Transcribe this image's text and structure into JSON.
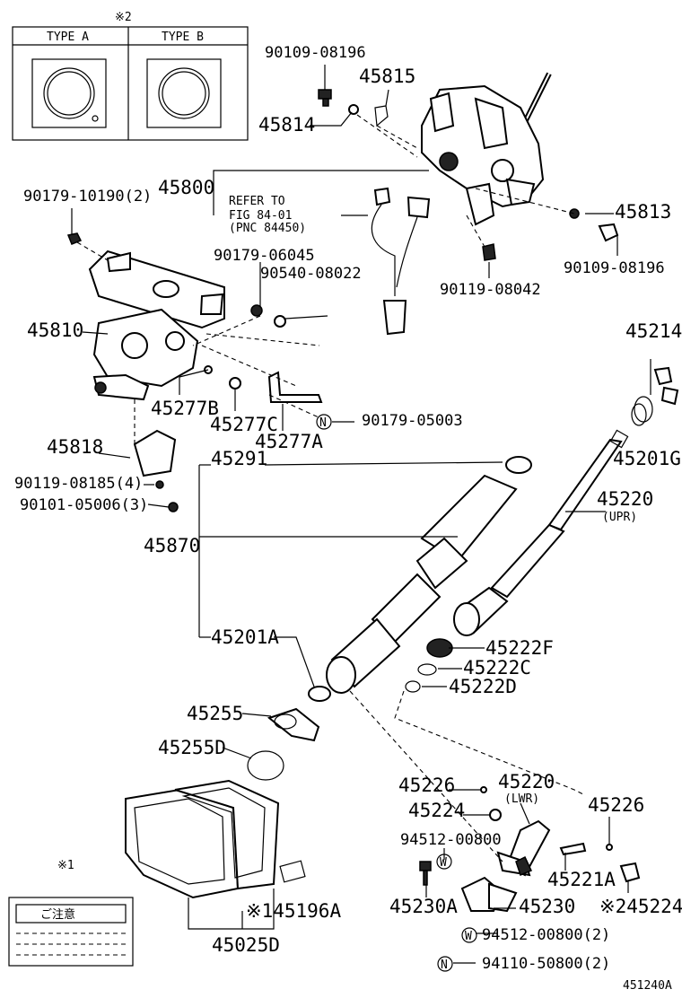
{
  "inset": {
    "mark": "※2",
    "type_a": "TYPE A",
    "type_b": "TYPE B"
  },
  "labels": {
    "p90109_08196_top": "90109-08196",
    "p45815": "45815",
    "p45814": "45814",
    "p45800": "45800",
    "refer_l1": "REFER TO",
    "refer_l2": "FIG 84-01",
    "refer_l3": "(PNC 84450)",
    "p90179_10190": "90179-10190(2)",
    "p45813": "45813",
    "p90109_08196_right": "90109-08196",
    "p90179_06045": "90179-06045",
    "p90540_08022": "90540-08022",
    "p90119_08042": "90119-08042",
    "p45810": "45810",
    "p45214": "45214",
    "p45277B": "45277B",
    "p45277C": "45277C",
    "p45277A": "45277A",
    "p90179_05003": "90179-05003",
    "p45818": "45818",
    "p45291": "45291",
    "p45201G": "45201G",
    "p90119_08185": "90119-08185(4)",
    "p90101_05006": "90101-05006(3)",
    "p45220_upr": "45220",
    "upr": "(UPR)",
    "p45870": "45870",
    "p45201A": "45201A",
    "p45222F": "45222F",
    "p45222C": "45222C",
    "p45222D": "45222D",
    "p45255": "45255",
    "p45255D": "45255D",
    "p45226_a": "45226",
    "p45220_lwr": "45220",
    "lwr": "(LWR)",
    "p45224_a": "45224",
    "p45226_b": "45226",
    "p94512_00800": "94512-00800",
    "p45221A": "45221A",
    "p45230A": "45230A",
    "p45230": "45230",
    "p45224_b": "※245224",
    "p45196A": "※145196A",
    "p45025D": "45025D",
    "p94512_00800_2": "94512-00800(2)",
    "p94110_50800_2": "94110-50800(2)",
    "mark1": "※1",
    "caution": "ご注意",
    "diagram_id": "451240A",
    "badge_n": "N",
    "badge_w": "W"
  }
}
